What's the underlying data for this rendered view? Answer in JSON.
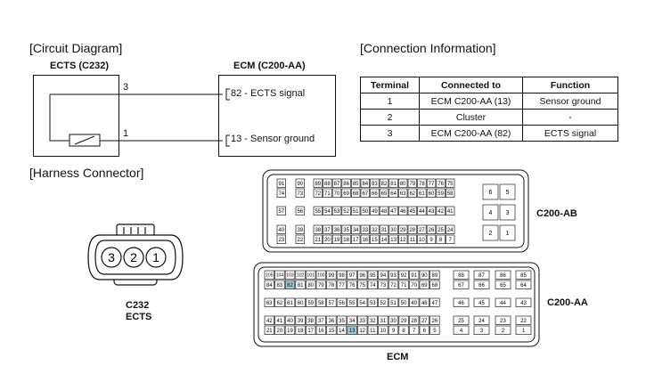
{
  "circuit": {
    "title": "[Circuit Diagram]",
    "ects_label": "ECTS (C232)",
    "ecm_label": "ECM (C200-AA)",
    "pin3": "3",
    "pin1": "1",
    "signal82": "82 - ECTS signal",
    "signal13": "13 - Sensor ground"
  },
  "connection": {
    "title": "[Connection Information]",
    "headers": [
      "Terminal",
      "Connected to",
      "Function"
    ],
    "rows": [
      [
        "1",
        "ECM C200-AA (13)",
        "Sensor ground"
      ],
      [
        "2",
        "Cluster",
        "-"
      ],
      [
        "3",
        "ECM C200-AA (82)",
        "ECTS signal"
      ]
    ]
  },
  "harness": {
    "title": "[Harness Connector]",
    "c232_pins": [
      "3",
      "2",
      "1"
    ],
    "c232_name": "C232",
    "c232_sub": "ECTS",
    "ab_name": "C200-AB",
    "aa_name": "C200-AA",
    "ecm_name": "ECM",
    "ab_main_rows": [
      [
        "91",
        "90",
        "89",
        "88",
        "87",
        "86",
        "85",
        "84",
        "83",
        "82",
        "81",
        "80",
        "79",
        "78",
        "77",
        "76",
        "75"
      ],
      [
        "74",
        "73",
        "72",
        "71",
        "70",
        "69",
        "68",
        "67",
        "66",
        "65",
        "64",
        "63",
        "62",
        "61",
        "60",
        "59",
        "58"
      ],
      [
        "57",
        "56",
        "55",
        "54",
        "53",
        "52",
        "51",
        "50",
        "49",
        "48",
        "47",
        "46",
        "45",
        "44",
        "43",
        "42",
        "41"
      ],
      [
        "40",
        "39",
        "38",
        "37",
        "36",
        "35",
        "34",
        "33",
        "32",
        "31",
        "30",
        "29",
        "28",
        "27",
        "26",
        "25",
        "24"
      ],
      [
        "23",
        "22",
        "21",
        "20",
        "19",
        "18",
        "17",
        "16",
        "15",
        "14",
        "13",
        "12",
        "11",
        "10",
        "9",
        "8",
        "7"
      ]
    ],
    "ab_side": [
      [
        "6",
        "5"
      ],
      [
        "4",
        "3"
      ],
      [
        "2",
        "1"
      ]
    ],
    "aa_main_rows": [
      [
        "105",
        "104",
        "103",
        "102",
        "101",
        "100",
        "99",
        "98",
        "97",
        "96",
        "95",
        "94",
        "93",
        "92",
        "91",
        "90",
        "89"
      ],
      [
        "84",
        "83",
        "82",
        "81",
        "80",
        "79",
        "78",
        "77",
        "76",
        "75",
        "74",
        "73",
        "72",
        "71",
        "70",
        "69",
        "68"
      ],
      [
        "63",
        "62",
        "61",
        "60",
        "59",
        "58",
        "57",
        "56",
        "55",
        "54",
        "53",
        "52",
        "51",
        "50",
        "49",
        "48",
        "47"
      ],
      [
        "42",
        "41",
        "40",
        "39",
        "38",
        "37",
        "36",
        "35",
        "34",
        "33",
        "32",
        "31",
        "30",
        "29",
        "28",
        "27",
        "26"
      ],
      [
        "21",
        "20",
        "19",
        "18",
        "17",
        "16",
        "15",
        "14",
        "13",
        "12",
        "11",
        "10",
        "9",
        "8",
        "7",
        "6",
        "5"
      ]
    ],
    "aa_side": [
      [
        "88",
        "87",
        "86",
        "85"
      ],
      [
        "67",
        "66",
        "65",
        "64"
      ],
      [
        "46",
        "45",
        "44",
        "43"
      ],
      [
        "25",
        "24",
        "23",
        "22"
      ],
      [
        "4",
        "3",
        "2",
        "1"
      ]
    ],
    "highlighted": [
      "82",
      "13"
    ],
    "highlight_color": "#9ecbd6"
  }
}
